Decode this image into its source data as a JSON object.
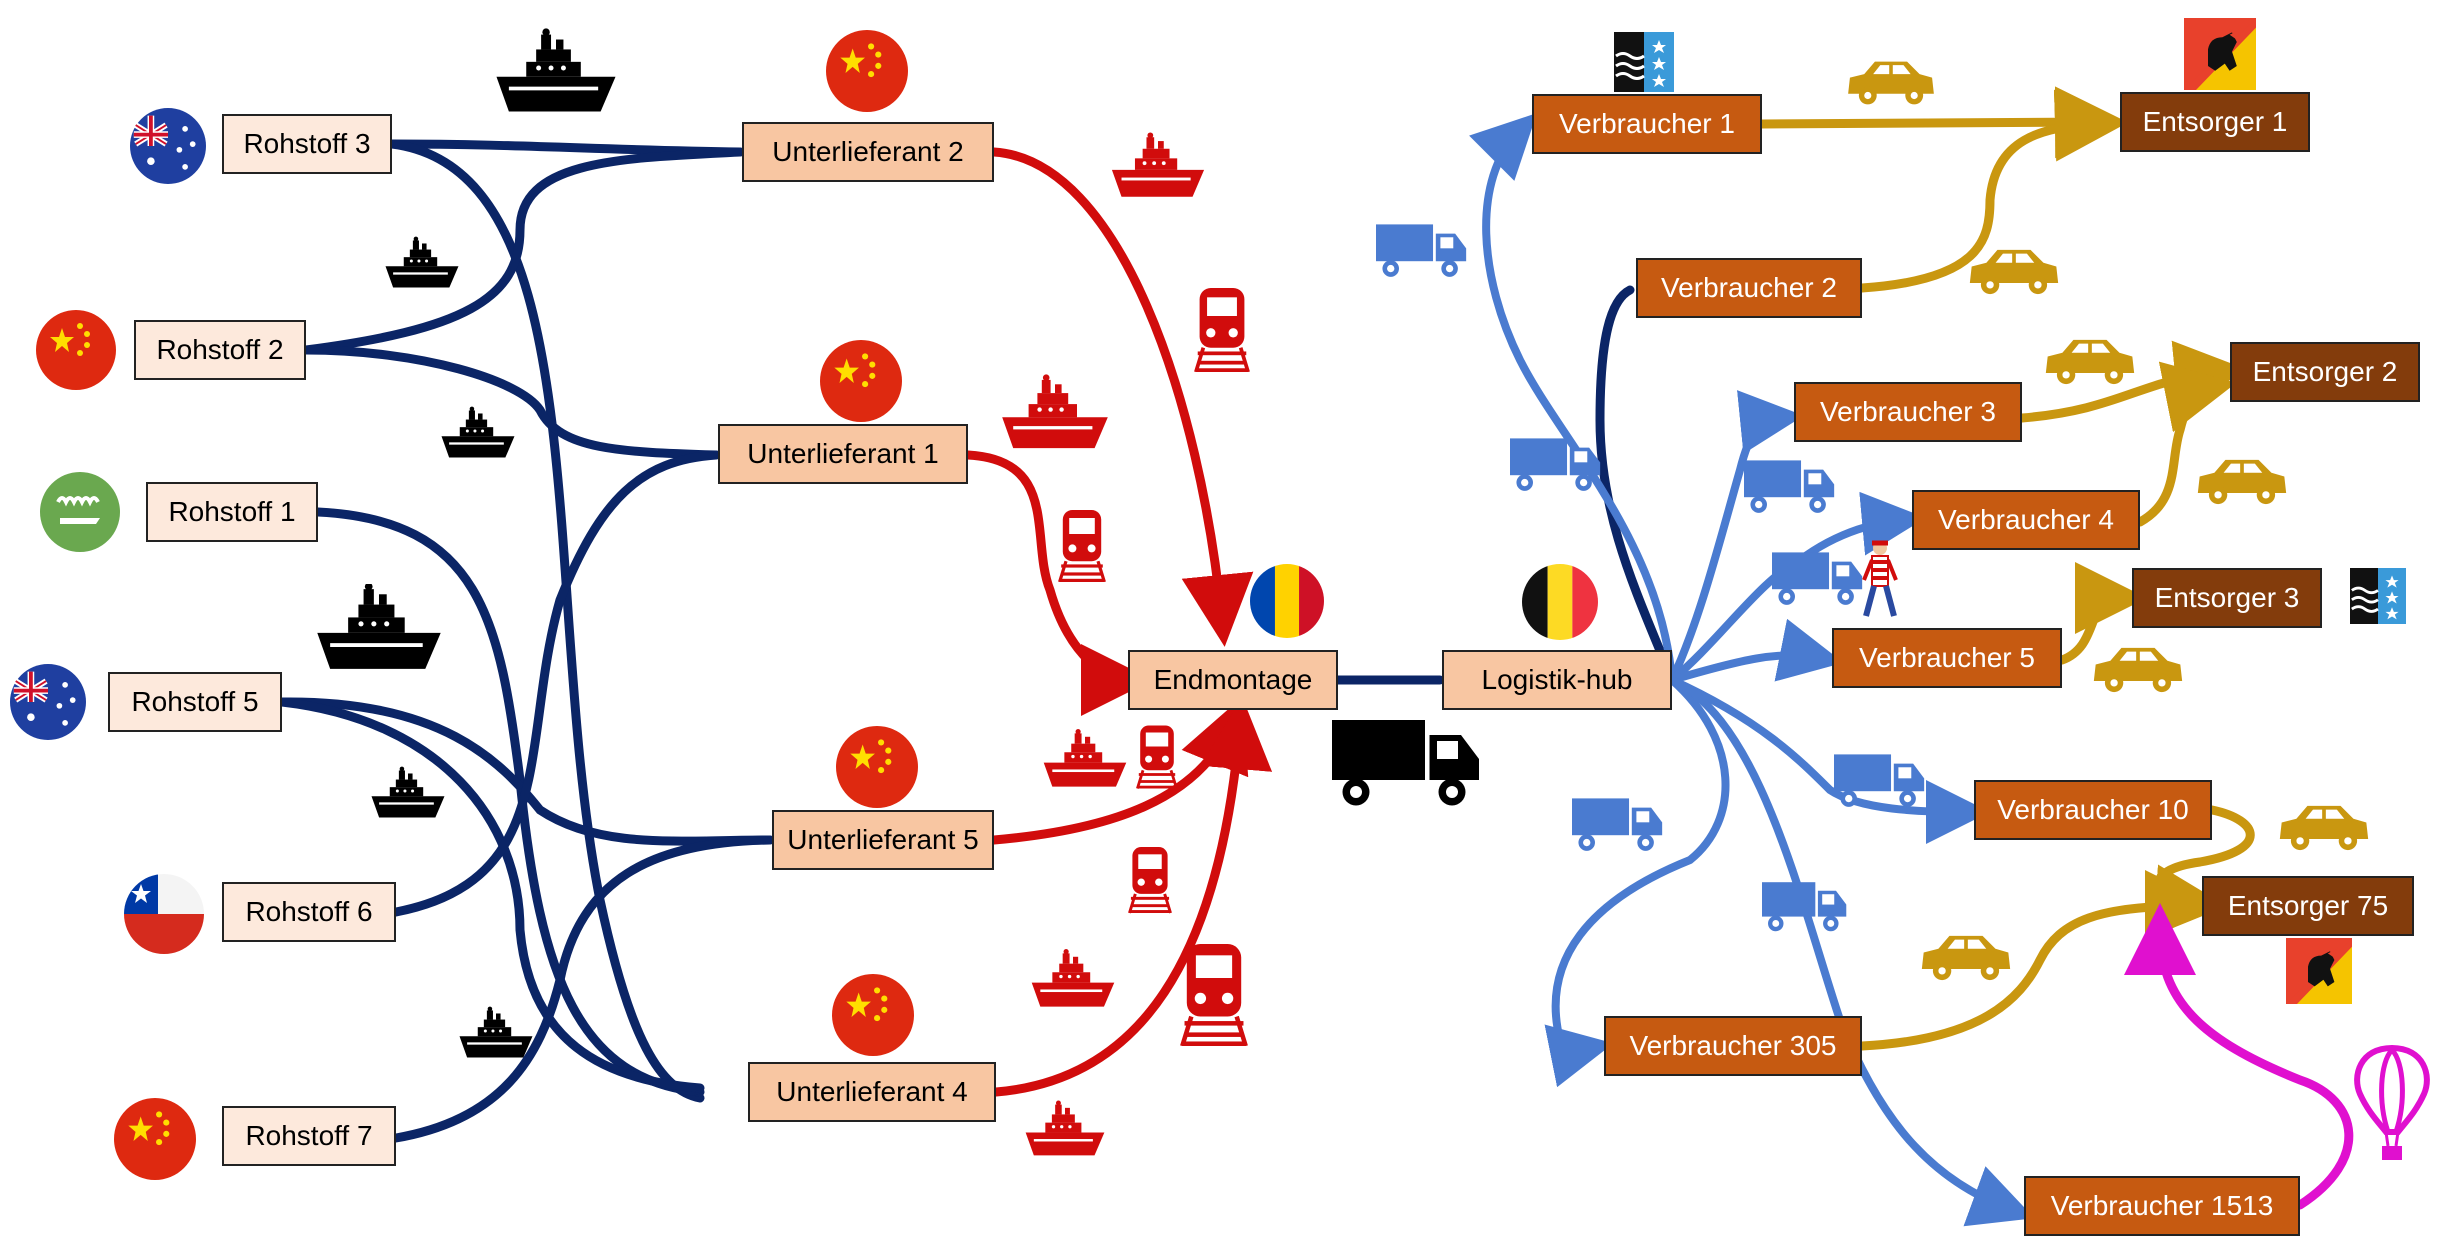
{
  "colors": {
    "supply_edge": "#0b2566",
    "production_edge": "#d10c0c",
    "distribution_edge": "#4a7bd0",
    "car_edge": "#c99710",
    "balloon_edge": "#e010cf",
    "raw_node_fill": "#fde9dc",
    "sub_node_fill": "#f8c6a2",
    "consumer_node_fill": "#c65a11",
    "disposer_node_fill": "#833c0c"
  },
  "nodes": {
    "rohstoff_3": "Rohstoff 3",
    "rohstoff_2": "Rohstoff 2",
    "rohstoff_1": "Rohstoff 1",
    "rohstoff_5": "Rohstoff 5",
    "rohstoff_6": "Rohstoff 6",
    "rohstoff_7": "Rohstoff 7",
    "unterlieferant_2": "Unterlieferant 2",
    "unterlieferant_1": "Unterlieferant 1",
    "unterlieferant_5": "Unterlieferant 5",
    "unterlieferant_4": "Unterlieferant 4",
    "endmontage": "Endmontage",
    "logistik_hub": "Logistik-hub",
    "verbraucher_1": "Verbraucher 1",
    "verbraucher_2": "Verbraucher 2",
    "verbraucher_3": "Verbraucher 3",
    "verbraucher_4": "Verbraucher 4",
    "verbraucher_5": "Verbraucher 5",
    "verbraucher_10": "Verbraucher 10",
    "verbraucher_305": "Verbraucher 305",
    "verbraucher_1513": "Verbraucher 1513",
    "entsorger_1": "Entsorger 1",
    "entsorger_2": "Entsorger 2",
    "entsorger_3": "Entsorger 3",
    "entsorger_75": "Entsorger  75"
  },
  "flag_icons": [
    "australia-flag-icon",
    "china-flag-icon",
    "saudi-arabia-flag-icon",
    "chile-flag-icon",
    "romania-flag-icon",
    "belgium-flag-icon",
    "aargau-flag-icon",
    "bern-flag-icon"
  ],
  "transport_icons": [
    "ship-icon",
    "train-icon",
    "truck-icon",
    "car-icon",
    "hot-air-balloon-icon",
    "walking-person-icon"
  ]
}
